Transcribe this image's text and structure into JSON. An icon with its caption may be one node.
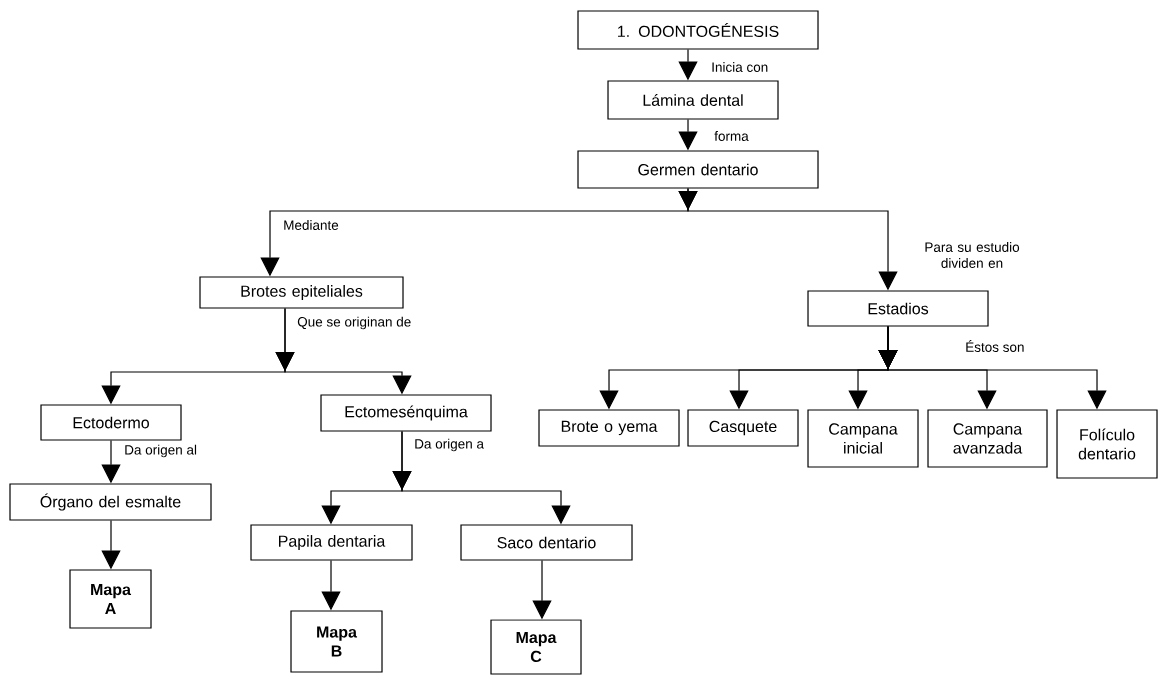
{
  "diagram": {
    "nodes": [
      {
        "text": [
          "1. ODONTOGÉNESIS"
        ]
      },
      {
        "text": [
          "Lámina dental"
        ]
      },
      {
        "text": [
          "Germen dentario"
        ]
      },
      {
        "text": [
          "Brotes epiteliales"
        ]
      },
      {
        "text": [
          "Estadios"
        ]
      },
      {
        "text": [
          "Ectodermo"
        ]
      },
      {
        "text": [
          "Ectomesénquima"
        ]
      },
      {
        "text": [
          "Brote o yema"
        ]
      },
      {
        "text": [
          "Casquete"
        ]
      },
      {
        "text": [
          "Campana inicial"
        ]
      },
      {
        "text": [
          "Campana avanzada"
        ]
      },
      {
        "text": [
          "Folículo dentario"
        ]
      },
      {
        "text": [
          "Órgano del esmalte"
        ]
      },
      {
        "text": [
          "Papila dentaria"
        ]
      },
      {
        "text": [
          "Saco dentario"
        ]
      },
      {
        "text": [
          "Mapa A"
        ]
      },
      {
        "text": [
          "Mapa B"
        ]
      },
      {
        "text": [
          "Mapa C"
        ]
      }
    ],
    "edges": [
      {
        "from": 0,
        "to": 1,
        "arrow": "to",
        "label": "Inicia con"
      },
      {
        "from": 1,
        "to": 2,
        "arrow": "to",
        "label": "forma"
      },
      {
        "from": 2,
        "to": 3,
        "arrow": "to",
        "label": "Mediante"
      },
      {
        "from": 2,
        "to": 4,
        "arrow": "to",
        "label": "Para su estudio dividen en"
      },
      {
        "from": 3,
        "to": 5,
        "arrow": "to",
        "label": "Que se originan de"
      },
      {
        "from": 3,
        "to": 6,
        "arrow": "to"
      },
      {
        "from": 4,
        "to": 7,
        "arrow": "to"
      },
      {
        "from": 4,
        "to": 8,
        "arrow": "to"
      },
      {
        "from": 4,
        "to": 9,
        "arrow": "to"
      },
      {
        "from": 4,
        "to": 10,
        "arrow": "to",
        "label": "Éstos son"
      },
      {
        "from": 4,
        "to": 11,
        "arrow": "to"
      },
      {
        "from": 5,
        "to": 12,
        "arrow": "to",
        "label": "Da origen al"
      },
      {
        "from": 6,
        "to": 13,
        "arrow": "to",
        "label": "Da origen a"
      },
      {
        "from": 6,
        "to": 14,
        "arrow": "to"
      },
      {
        "from": 12,
        "to": 15,
        "arrow": "to"
      },
      {
        "from": 13,
        "to": 16,
        "arrow": "to"
      },
      {
        "from": 14,
        "to": 17,
        "arrow": "to"
      }
    ]
  }
}
